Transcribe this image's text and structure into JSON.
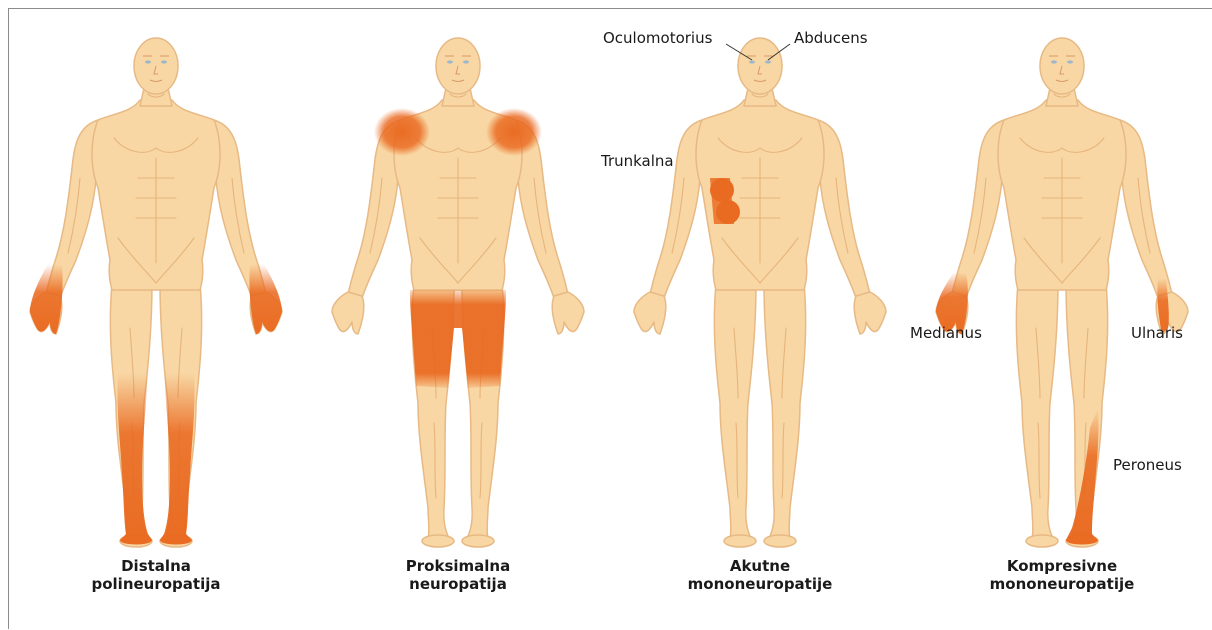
{
  "colors": {
    "skin": "#f8d7a4",
    "skin_outline": "#e7b985",
    "skin_shadow": "#ecc085",
    "affected": "#e9661c",
    "border": "#8c8c8c"
  },
  "figures": [
    {
      "id": "distal",
      "caption_line1": "Distalna",
      "caption_line2": "polineuropatija",
      "affected_regions": [
        "hands",
        "lower legs",
        "feet"
      ]
    },
    {
      "id": "proximal",
      "caption_line1": "Proksimalna",
      "caption_line2": "neuropatija",
      "affected_regions": [
        "shoulders",
        "thighs"
      ]
    },
    {
      "id": "acute",
      "caption_line1": "Akutne",
      "caption_line2": "mononeuropatije",
      "affected_regions": [
        "eyes",
        "right flank"
      ]
    },
    {
      "id": "compressive",
      "caption_line1": "Kompresivne",
      "caption_line2": "mononeuropatije",
      "affected_regions": [
        "right hand",
        "left hand edge",
        "left lower leg"
      ]
    }
  ],
  "labels": {
    "oculomotorius": "Oculomotorius",
    "abducens": "Abducens",
    "trunkalna": "Trunkalna",
    "medianus": "Medianus",
    "ulnaris": "Ulnaris",
    "peroneus": "Peroneus"
  }
}
